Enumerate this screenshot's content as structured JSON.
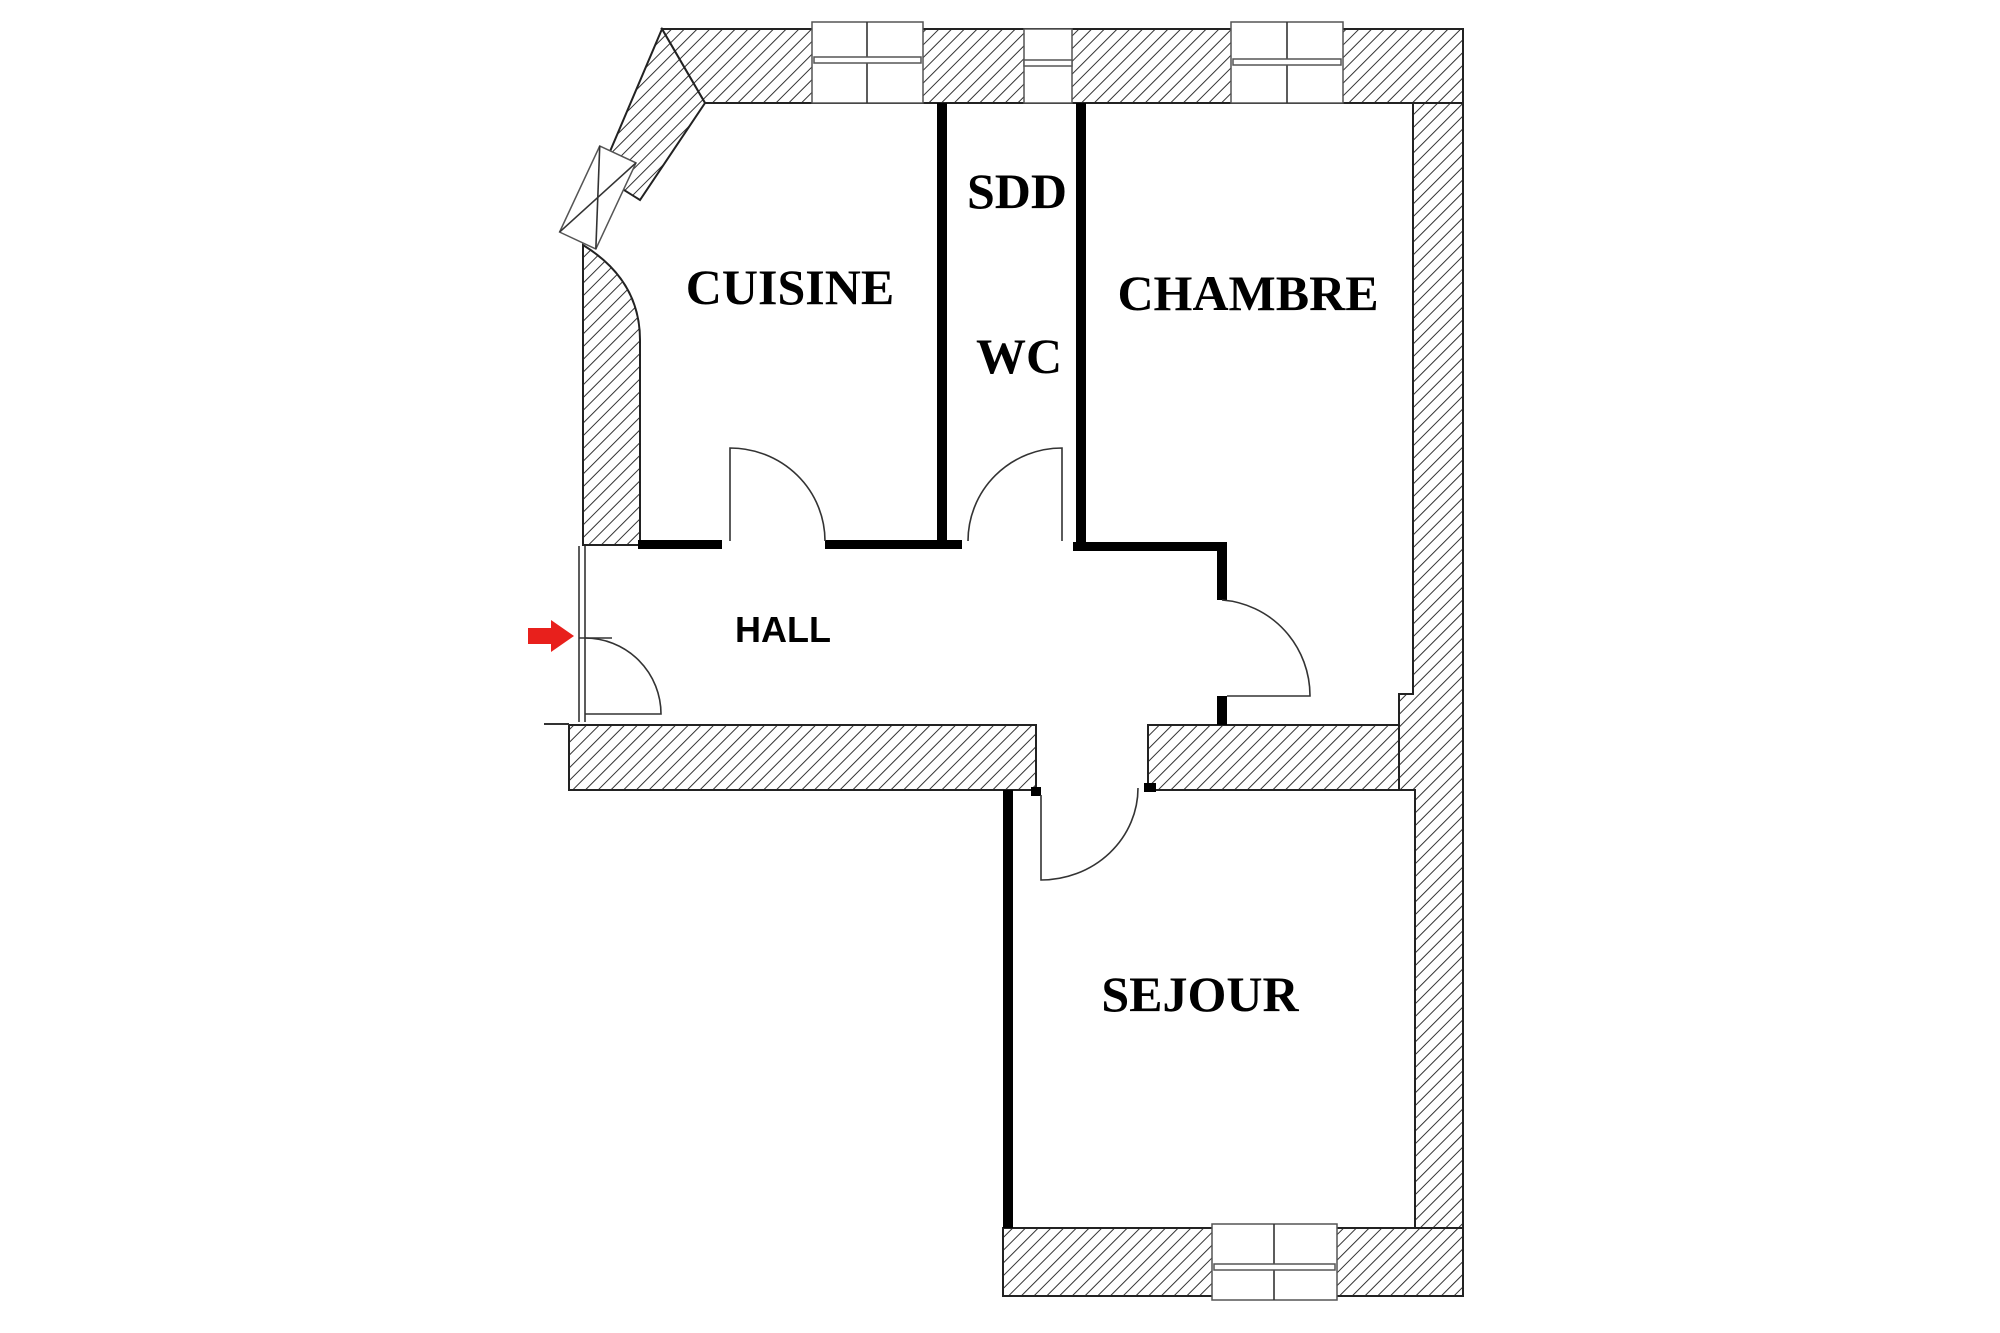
{
  "plan": {
    "rooms": {
      "cuisine": "CUISINE",
      "sdd": "SDD",
      "wc": "WC",
      "chambre": "CHAMBRE",
      "hall": "HALL",
      "sejour": "SEJOUR"
    },
    "entrance_arrow_color": "#e8201c"
  }
}
